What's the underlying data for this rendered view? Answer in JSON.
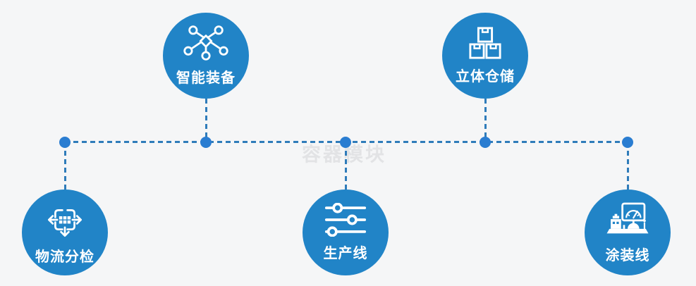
{
  "watermark": {
    "text": "容器模块"
  },
  "colors": {
    "background": "#f5f6f7",
    "circle_fill": "#2184c7",
    "connector_line": "#2f7cba",
    "connector_dot": "#2a7dd1",
    "icon_and_label_color": "#ffffff",
    "watermark_text": "#e2e3e5"
  },
  "nodes": [
    {
      "label": "智能装备",
      "icon": "network-nodes-icon",
      "row": "top"
    },
    {
      "label": "立体仓储",
      "icon": "stacked-boxes-icon",
      "row": "top"
    },
    {
      "label": "物流分检",
      "icon": "sorting-arrows-icon",
      "row": "bottom"
    },
    {
      "label": "生产线",
      "icon": "sliders-icon",
      "row": "bottom"
    },
    {
      "label": "涂装线",
      "icon": "control-console-icon",
      "row": "bottom"
    }
  ]
}
